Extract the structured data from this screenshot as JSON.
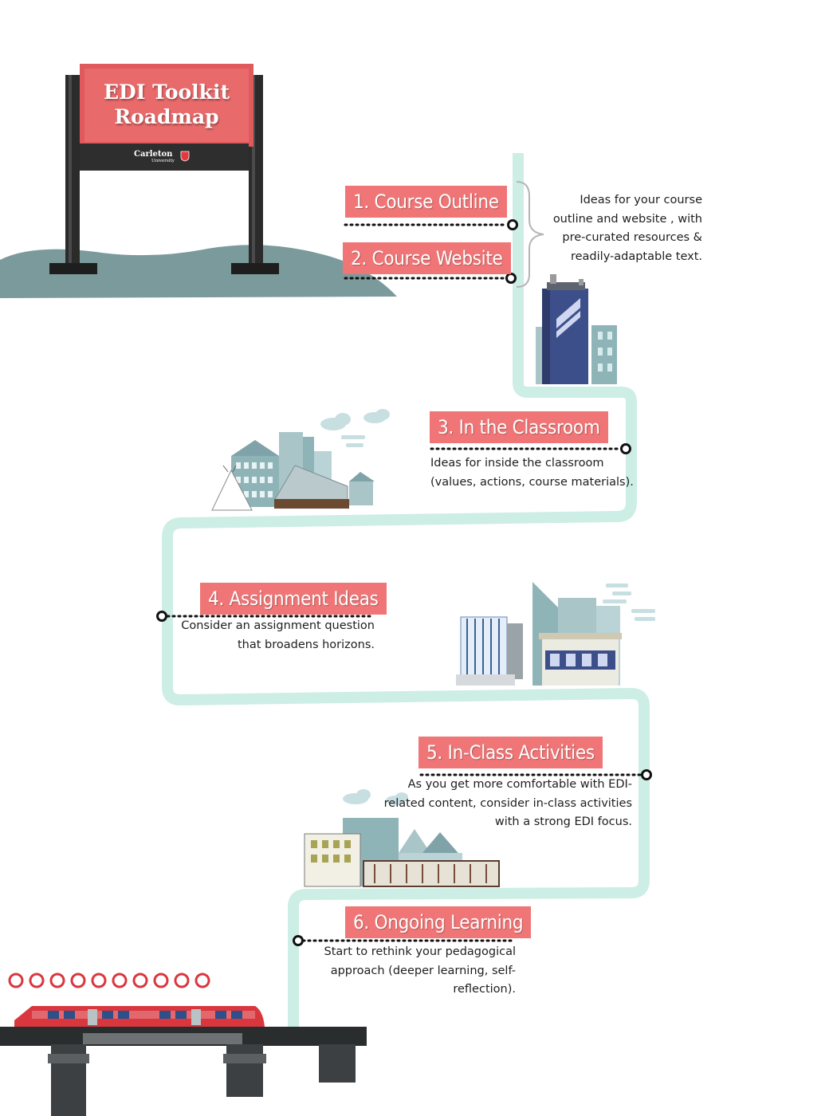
{
  "sign": {
    "title_line1": "EDI Toolkit",
    "title_line2": "Roadmap",
    "org_name": "Carleton",
    "org_sub": "University"
  },
  "steps": [
    {
      "label": "1. Course Outline"
    },
    {
      "label": "2. Course Website"
    },
    {
      "label": "3. In the Classroom"
    },
    {
      "label": "4. Assignment Ideas"
    },
    {
      "label": "5. In-Class Activities"
    },
    {
      "label": "6. Ongoing Learning"
    }
  ],
  "descriptions": {
    "outline_website": [
      "Ideas for your course",
      "outline and website , with",
      "pre-curated resources &",
      "readily-adaptable text."
    ],
    "classroom": [
      "Ideas for inside the classroom",
      "(values, actions, course materials)."
    ],
    "assignment": [
      "Consider an assignment question",
      "that broadens horizons."
    ],
    "activities": [
      "As you get more comfortable with EDI-",
      "related content, consider in-class activities",
      "with a strong EDI focus."
    ],
    "ongoing": [
      "Start to rethink your pedagogical",
      "approach (deeper learning, self-",
      "reflection)."
    ]
  },
  "colors": {
    "path": "#cdeee4",
    "label_bg": "#f07576",
    "sign_red": "#e05a5c",
    "sign_post": "#2b2b2b",
    "hill": "#7b9a9c",
    "building_teal": "#8fb4b8",
    "building_blue": "#3d4f8a",
    "train_red": "#d9363e",
    "bridge": "#2a2d2e"
  },
  "icons": {
    "sign": "roadmap-sign-icon",
    "brace": "curly-brace-icon",
    "tower": "tower-building-icon",
    "teepee": "teepee-icon",
    "campus": "campus-buildings-icon",
    "train": "light-rail-train-icon",
    "bridge": "bridge-icon",
    "cloud": "cloud-icon"
  }
}
